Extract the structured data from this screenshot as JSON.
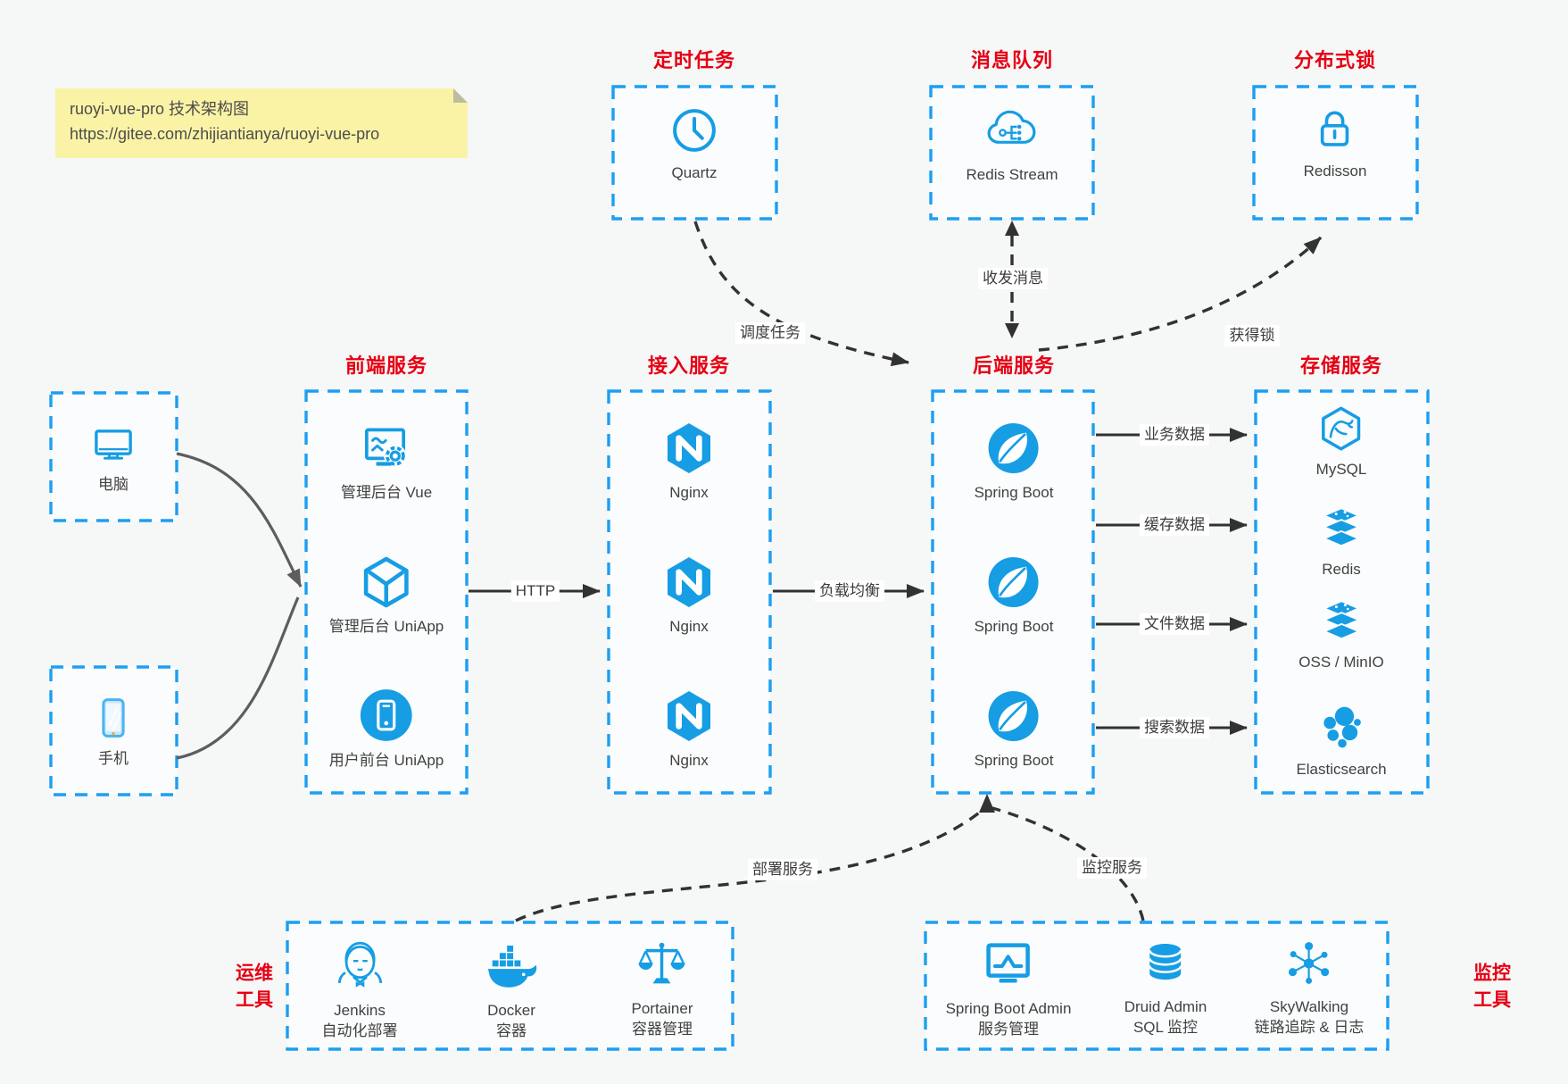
{
  "note": {
    "line1": "ruoyi-vue-pro 技术架构图",
    "line2": "https://gitee.com/zhijiantianya/ruoyi-vue-pro"
  },
  "titles": {
    "scheduler": "定时任务",
    "mq": "消息队列",
    "lock": "分布式锁",
    "frontend": "前端服务",
    "gateway": "接入服务",
    "backend": "后端服务",
    "storage": "存储服务",
    "devops": "运维\n工具",
    "monitor": "监控\n工具"
  },
  "nodes": {
    "quartz": {
      "label": "Quartz",
      "icon": "clock-icon"
    },
    "redis_stream": {
      "label": "Redis Stream",
      "icon": "cloud-mq-icon"
    },
    "redisson": {
      "label": "Redisson",
      "icon": "lock-icon"
    },
    "computer": {
      "label": "电脑",
      "icon": "desktop-icon"
    },
    "phone": {
      "label": "手机",
      "icon": "smartphone-icon"
    },
    "admin_vue": {
      "label": "管理后台 Vue",
      "icon": "admin-dashboard-icon"
    },
    "admin_uniapp": {
      "label": "管理后台 UniApp",
      "icon": "cube-icon"
    },
    "user_uniapp": {
      "label": "用户前台 UniApp",
      "icon": "mobile-app-icon"
    },
    "nginx1": {
      "label": "Nginx",
      "icon": "nginx-icon"
    },
    "nginx2": {
      "label": "Nginx",
      "icon": "nginx-icon"
    },
    "nginx3": {
      "label": "Nginx",
      "icon": "nginx-icon"
    },
    "spring1": {
      "label": "Spring Boot",
      "icon": "spring-leaf-icon"
    },
    "spring2": {
      "label": "Spring Boot",
      "icon": "spring-leaf-icon"
    },
    "spring3": {
      "label": "Spring Boot",
      "icon": "spring-leaf-icon"
    },
    "mysql": {
      "label": "MySQL",
      "icon": "mysql-dolphin-icon"
    },
    "redis": {
      "label": "Redis",
      "icon": "layer-stack-icon"
    },
    "oss": {
      "label": "OSS / MinIO",
      "icon": "layer-stack-icon"
    },
    "elasticsearch": {
      "label": "Elasticsearch",
      "icon": "elasticsearch-cluster-icon"
    },
    "jenkins": {
      "label": "Jenkins",
      "desc": "自动化部署",
      "icon": "jenkins-butler-icon"
    },
    "docker": {
      "label": "Docker",
      "desc": "容器",
      "icon": "docker-whale-icon"
    },
    "portainer": {
      "label": "Portainer",
      "desc": "容器管理",
      "icon": "scales-icon"
    },
    "sba": {
      "label": "Spring Boot Admin",
      "desc": "服务管理",
      "icon": "monitor-chart-icon"
    },
    "druid": {
      "label": "Druid Admin",
      "desc": "SQL 监控",
      "icon": "database-icon"
    },
    "skywalking": {
      "label": "SkyWalking",
      "desc": "链路追踪 & 日志",
      "icon": "topology-icon"
    }
  },
  "edges": {
    "http": "HTTP",
    "load_balance": "负载均衡",
    "schedule_job": "调度任务",
    "send_receive_msg": "收发消息",
    "acquire_lock": "获得锁",
    "business_data": "业务数据",
    "cache_data": "缓存数据",
    "file_data": "文件数据",
    "search_data": "搜索数据",
    "deploy_service": "部署服务",
    "monitor_service": "监控服务"
  },
  "colors": {
    "accent_blue_icon": "#169de4",
    "accent_blue_border": "#1c9ff2",
    "title_red": "#e60013",
    "edge_dark": "#323232",
    "edge_gray": "#5d5d5d",
    "note_bg": "#faf3a6",
    "background": "#f6f7f7"
  }
}
